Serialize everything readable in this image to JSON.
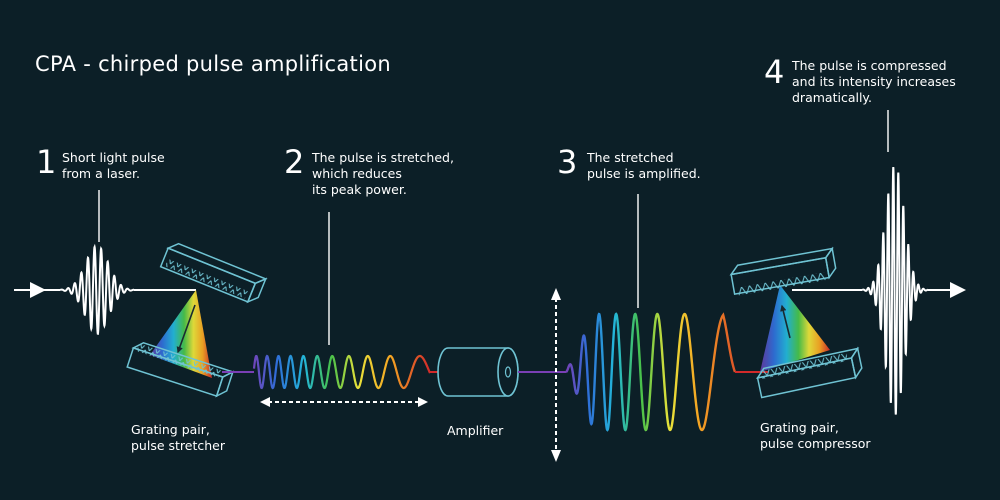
{
  "title": "CPA - chirped pulse amplification",
  "steps": [
    {
      "number": "1",
      "lines": [
        "Short light pulse",
        "from a laser."
      ]
    },
    {
      "number": "2",
      "lines": [
        "The pulse is stretched,",
        "which reduces",
        "its peak power."
      ]
    },
    {
      "number": "3",
      "lines": [
        "The stretched",
        "pulse is amplified."
      ]
    },
    {
      "number": "4",
      "lines": [
        "The pulse is compressed",
        "and its intensity increases",
        "dramatically."
      ]
    }
  ],
  "captions": {
    "stretcher": [
      "Grating pair,",
      "pulse stretcher"
    ],
    "amplifier": [
      "Amplifier"
    ],
    "compressor": [
      "Grating pair,",
      "pulse compressor"
    ]
  },
  "colors": {
    "background": "#0c1f27",
    "outline": "#6fc3d3",
    "beam": "#ffffff",
    "spectrum": [
      "#7a3fb5",
      "#2f6fd8",
      "#23b6d9",
      "#48c24a",
      "#e9e23a",
      "#f5a623",
      "#e8432c",
      "#d22a2a"
    ]
  }
}
